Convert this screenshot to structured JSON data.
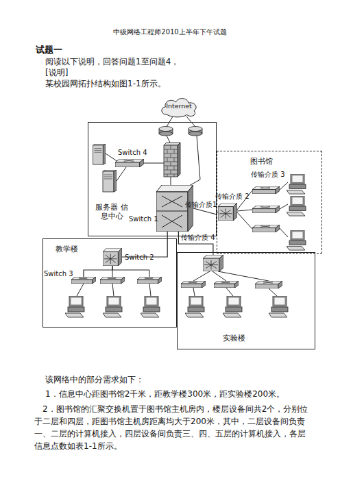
{
  "diagram": {
    "title": "中级网络工程师2010上半年下午试题",
    "nodes": [
      {
        "text": [
          "Internet"
        ]
      },
      {
        "text": [
          "服务器 信息中心"
        ]
      },
      {
        "text": [
          "Switch 4"
        ],
        "in": 1
      },
      {
        "text": [
          "Switch 1"
        ],
        "in": 1
      },
      {
        "text": [
          "图书馆"
        ]
      },
      {
        "text": [
          "教学楼"
        ]
      },
      {
        "text": [
          "Switch 2"
        ],
        "in": 5
      },
      {
        "text": [
          "Switch 3"
        ],
        "in": 5
      },
      {
        "text": [
          "实验楼"
        ]
      }
    ],
    "edges": [
      {
        "from": 3,
        "to": 4,
        "arrow": "none",
        "label": "传输介质1"
      },
      {
        "from": 3,
        "to": 6,
        "arrow": "none"
      },
      {
        "from": 3,
        "to": 8,
        "arrow": "none",
        "label": "传输介质 4"
      },
      {
        "from": 6,
        "to": 7,
        "arrow": "none"
      }
    ],
    "labels": [
      "试题一",
      "阅读以下说明，回答问题1至问题4，",
      "[说明]",
      "某校园网拓扑结构如图1-1所示。",
      "传输介质 3",
      "传输介质 2",
      "该网络中的部分需求如下：",
      "1．信息中心距图书馆2千米，距教学楼300米，距实验楼200米。",
      "2．图书馆的汇聚交换机置于图书馆主机房内，楼层设备间共2个，分别位于二层和四层，距图书馆主机房距离均大于200米，其中，二层设备间负责一、二层的计算机接入，四层设备间负责三、四、五层的计算机接入，各层信息点数如表1-1所示。"
    ]
  }
}
